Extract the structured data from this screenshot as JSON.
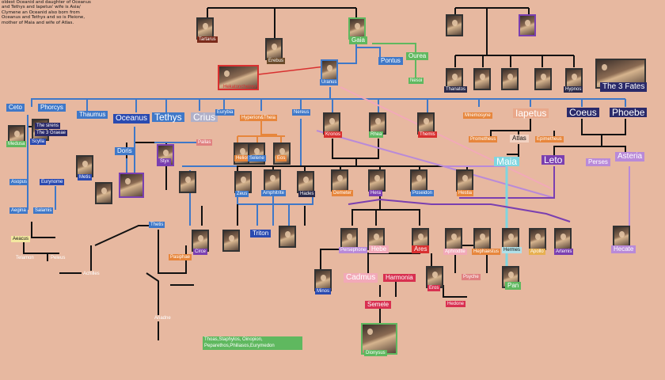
{
  "note": "oldest Oceanid and daughter of Oceanus and Tethys and Iapetus' wife is Asia/ Clymene an Oceanid also born from Oceanus and Tethys and so is Pleione, mother of Maia and wife of Atlas.",
  "colors": {
    "background": "#e7b8a0",
    "dark": "#111111",
    "blue": "#3f78c8",
    "green": "#5fb85f",
    "purple": "#7a3fb0",
    "lavender": "#b98ad8",
    "pink": "#f2a9b8",
    "red": "#d83030",
    "cyan": "#7fd6e0",
    "orange": "#e7863c"
  },
  "labels": {
    "tartarus": "Tartarus",
    "erebus": "Erebus",
    "gaia": "Gaia",
    "pontus": "Pontus",
    "ourea": "Ourea",
    "nesoi": "Nesoi",
    "hekatoncheires": "Hekatoncheires",
    "uranus": "Uranus",
    "thanatos": "Thanatos",
    "hypnos": "Hypnos",
    "three_fates": "The 3 Fates",
    "ceto": "Ceto",
    "phorcys": "Phorcys",
    "thaumus": "Thaumus",
    "oceanus": "Oceanus",
    "tethys": "Tethys",
    "crius": "Crius",
    "eurybia": "Eurybia",
    "hyperion_theia": "Hyperion&Theia",
    "nereus": "Nereus",
    "medusa": "Medusa",
    "sirens": "The sirens",
    "graeae": "The 3 Graeae",
    "scylla": "Scylla",
    "doris": "Doris",
    "styx": "Styx",
    "pallas": "Pallas",
    "helios": "Helios",
    "selene": "Selene",
    "eos": "Eos",
    "kronos": "Kronos",
    "rhea": "Rhea",
    "themis": "Themis",
    "mnemosyne": "Mnemosyne",
    "iapetus": "Iapetus",
    "prometheus": "Prometheus",
    "atlas": "Atlas",
    "epimetheus": "Epimetheus",
    "coeus": "Coeus",
    "phoebe": "Phoebe",
    "maia": "Maia",
    "leto": "Leto",
    "perses": "Perses",
    "asteria": "Asteria",
    "metis": "Metis",
    "asopus": "Asopus",
    "eurynome": "Eurynome",
    "aegina": "Aegina",
    "salamis": "Salamis",
    "zeus": "Zeus",
    "poseidon": "Poseidon",
    "amphitrite": "Amphitrite",
    "hades": "Hades",
    "demeter": "Demeter",
    "hera": "Hera",
    "hestia": "Hestia",
    "thetis": "Thetis",
    "circe": "Circe",
    "triton": "Triton",
    "persephone": "Persephone",
    "hebe": "Hebe",
    "ares": "Ares",
    "aphrodite": "Aphrodite",
    "hephaestus": "Hephaestus",
    "hermes": "Hermes",
    "apollo": "Apollo",
    "artemis": "Artemis",
    "hecate": "Hecate",
    "pan": "Pan",
    "cadmus": "Cadmus",
    "harmonia": "Harmonia",
    "semele": "Semele",
    "eros": "Eros",
    "psyche": "Psyche",
    "hedone": "Hedone",
    "minos": "Minos",
    "aeacus": "Aeacus",
    "peleus": "Peleus",
    "telamon": "Telamon",
    "achilles": "Achilles",
    "pasiphae": "Pasiphae",
    "ariadne": "Ariadne",
    "dionysus": "Dionysus",
    "children": "Thoas,Staphylos, Oinopion, Peparethos,Philiasos,Eurymedon"
  }
}
